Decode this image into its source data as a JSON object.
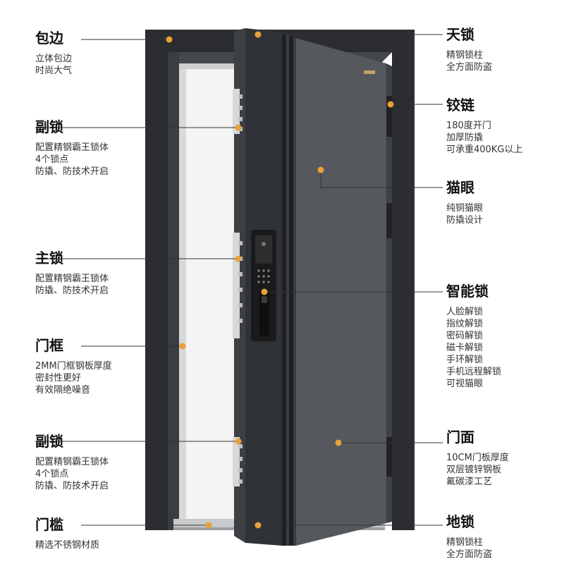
{
  "colors": {
    "accent": "#E8A13A",
    "door_panel": "#55585D",
    "frame": "#2B2D31",
    "leader": "#333333"
  },
  "callouts": {
    "left": [
      {
        "key": "edge_wrap",
        "title": "包边",
        "lines": [
          "立体包边",
          "时尚大气"
        ]
      },
      {
        "key": "aux_lock_top",
        "title": "副锁",
        "lines": [
          "配置精钢霸王锁体",
          "4个锁点",
          "防撬、防技术开启"
        ]
      },
      {
        "key": "main_lock",
        "title": "主锁",
        "lines": [
          "配置精钢霸王锁体",
          "防撬、防技术开启"
        ]
      },
      {
        "key": "door_frame",
        "title": "门框",
        "lines": [
          "2MM门框钢板厚度",
          "密封性更好",
          "有效隔绝噪音"
        ]
      },
      {
        "key": "aux_lock_bottom",
        "title": "副锁",
        "lines": [
          "配置精钢霸王锁体",
          "4个锁点",
          "防撬、防技术开启"
        ]
      },
      {
        "key": "threshold",
        "title": "门槛",
        "lines": [
          "精选不锈钢材质"
        ]
      }
    ],
    "right": [
      {
        "key": "top_lock",
        "title": "天锁",
        "lines": [
          "精钢锁柱",
          "全方面防盗"
        ]
      },
      {
        "key": "hinge",
        "title": "铰链",
        "lines": [
          "180度开门",
          "加厚防撬",
          "可承重400KG以上"
        ]
      },
      {
        "key": "peephole",
        "title": "猫眼",
        "lines": [
          "纯铜猫眼",
          "防撬设计"
        ]
      },
      {
        "key": "smart_lock",
        "title": "智能锁",
        "lines": [
          "人脸解锁",
          "指纹解锁",
          "密码解锁",
          "磁卡解锁",
          "手环解锁",
          "手机远程解锁",
          "可视猫眼"
        ]
      },
      {
        "key": "door_face",
        "title": "门面",
        "lines": [
          "10CM门板厚度",
          "双层镀锌钢板",
          "氟碳漆工艺"
        ]
      },
      {
        "key": "floor_lock",
        "title": "地锁",
        "lines": [
          "精钢锁柱",
          "全方面防盗"
        ]
      }
    ]
  }
}
